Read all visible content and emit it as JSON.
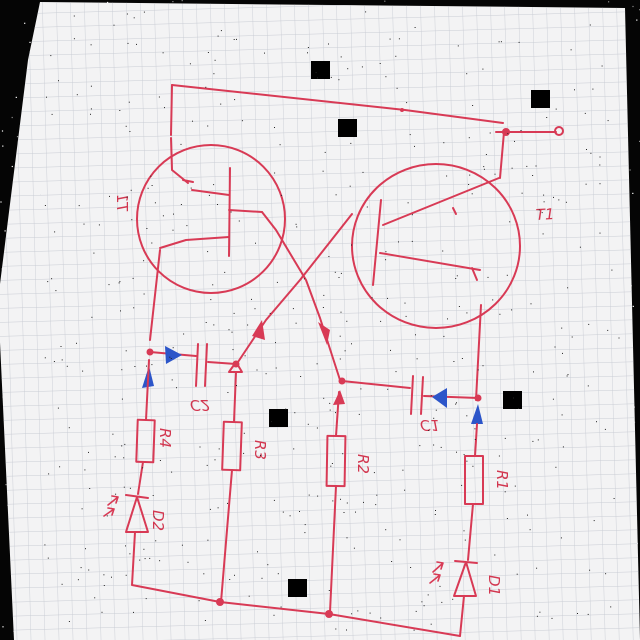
{
  "components": {
    "transistors": [
      {
        "id": "T1",
        "label": "T1"
      },
      {
        "id": "T2",
        "label": "T1"
      }
    ],
    "capacitors": [
      {
        "id": "C2",
        "label": "C2"
      },
      {
        "id": "C1",
        "label": "C1"
      }
    ],
    "resistors": [
      {
        "id": "R4",
        "label": "R4"
      },
      {
        "id": "R3",
        "label": "R3"
      },
      {
        "id": "R2",
        "label": "R2"
      },
      {
        "id": "R1",
        "label": "R1"
      }
    ],
    "leds": [
      {
        "id": "D2",
        "label": "D2"
      },
      {
        "id": "D1",
        "label": "D1"
      }
    ]
  },
  "colors": {
    "ink": "#d83a55",
    "blue_marker": "#2c55c9",
    "paper": "#f3f3f4",
    "grid": "#c9ccd4",
    "background": "#050505"
  }
}
